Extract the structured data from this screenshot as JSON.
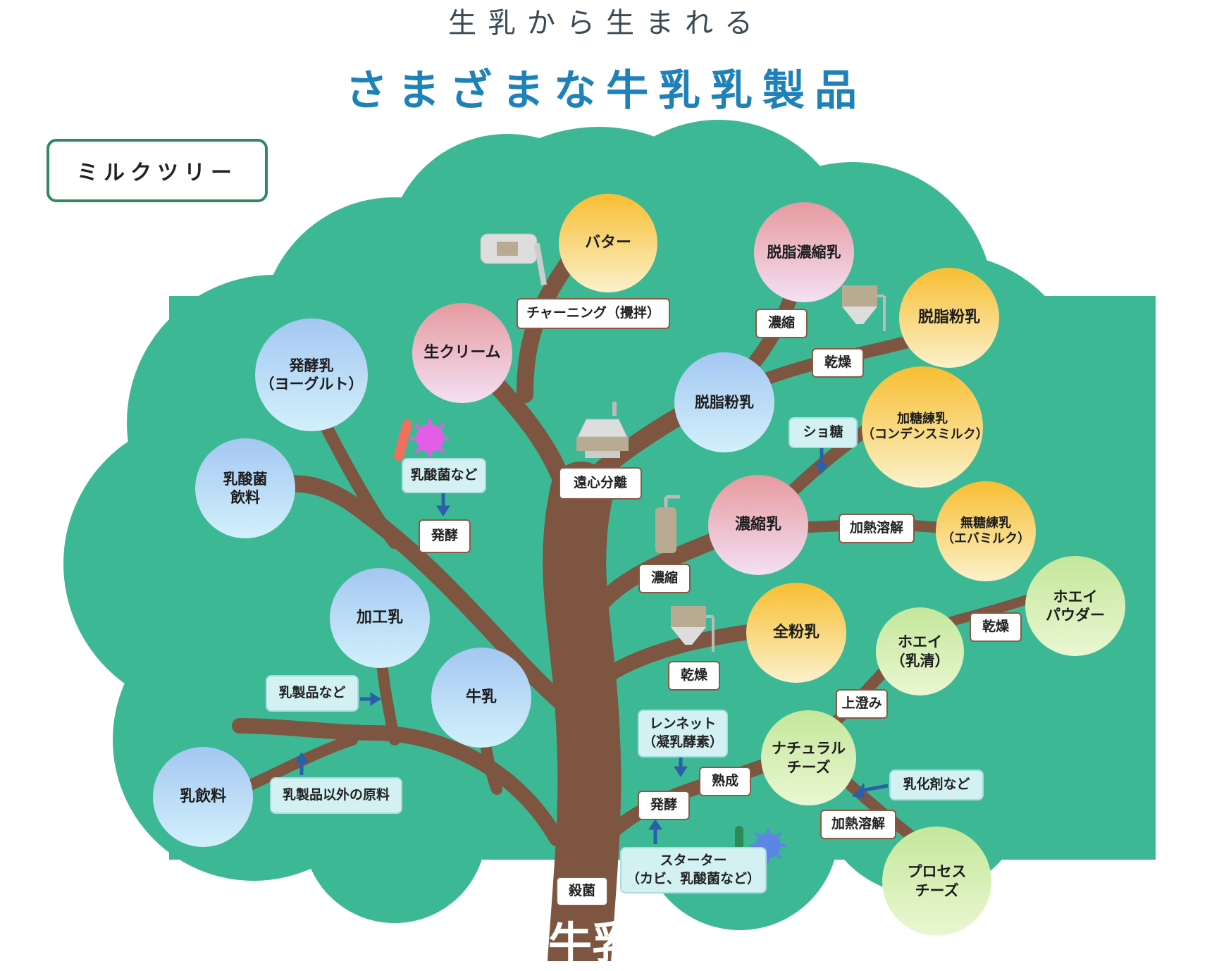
{
  "header": {
    "subtitle": "生乳から生まれる",
    "title": "さまざまな牛乳乳製品"
  },
  "badge": "ミルクツリー",
  "root": "牛乳",
  "products": {
    "butter": "バター",
    "fresh_cream": "生クリーム",
    "skim_concentrated": "脱脂濃縮乳",
    "skim_powder_top": "脱脂粉乳",
    "skim_powder_mid": "脱脂粉乳",
    "fermented_milk": "発酵乳\n（ヨーグルト）",
    "lactic_drink": "乳酸菌\n飲料",
    "condensed_sweet": "加糖練乳\n（コンデンスミルク）",
    "concentrated": "濃縮乳",
    "evaporated": "無糖練乳\n（エバミルク）",
    "whey_powder": "ホエイ\nパウダー",
    "processed_milk": "加工乳",
    "whole_powder": "全粉乳",
    "whey": "ホエイ\n（乳清）",
    "milk": "牛乳",
    "natural_cheese": "ナチュラル\nチーズ",
    "milk_beverage": "乳飲料",
    "processed_cheese": "プロセス\nチーズ"
  },
  "processes": {
    "churning": "チャーニング（攪拌）",
    "concentrate_top": "濃縮",
    "dry_top": "乾燥",
    "centrifuge": "遠心分離",
    "ferment_left": "発酵",
    "heat_dissolve_mid": "加熱溶解",
    "concentrate_mid": "濃縮",
    "dry_whey": "乾燥",
    "dry_whole": "乾燥",
    "clarify": "上澄み",
    "ripen": "熟成",
    "ferment_right": "発酵",
    "heat_dissolve_low": "加熱溶解",
    "sterilize": "殺菌"
  },
  "additives": {
    "lactic_bacteria": "乳酸菌など",
    "sugar": "ショ糖",
    "dairy_etc": "乳製品など",
    "rennet": "レンネット\n（凝乳酵素）",
    "emulsifier": "乳化剤など",
    "non_dairy": "乳製品以外の原料",
    "starter": "スターター\n（カビ、乳酸菌など）"
  },
  "colors": {
    "foliage": "#3db895",
    "trunk": "#7d5540",
    "title": "#1e82b8",
    "arrow": "#2b5fa8"
  }
}
